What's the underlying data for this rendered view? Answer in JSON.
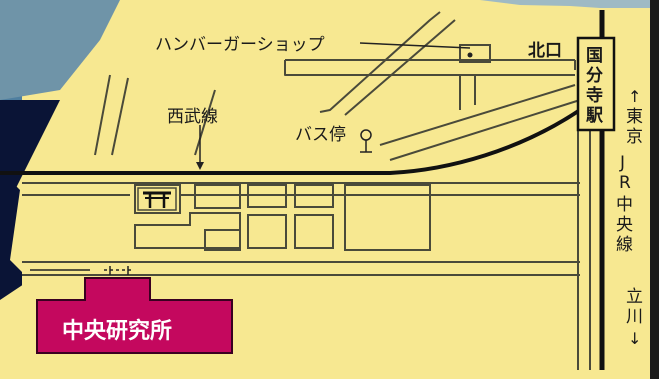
{
  "map": {
    "labels": {
      "hamburger_shop": "ハンバーガーショップ",
      "north_exit": "北口",
      "kokubunji_station": [
        "国",
        "分",
        "寺",
        "駅"
      ],
      "seibu_line": "西武線",
      "bus_stop": "バス停",
      "tokyo": [
        "↑",
        "東",
        "京"
      ],
      "jr_chuo_line": [
        "J",
        "R",
        "中",
        "央",
        "線"
      ],
      "tachikawa": [
        "立",
        "川",
        "↓"
      ],
      "central_research_lab": "中央研究所"
    },
    "icons": {
      "shrine": "torii-shrine-icon",
      "bus_stop": "bus-stop-icon"
    },
    "colors": {
      "background": "#f7e891",
      "roads": "#f7e891",
      "road_outline": "#4a4a3a",
      "railway": "#111111",
      "lab_building": "#c4085e",
      "lab_text": "#ffffff",
      "sky": "#4f7fa0",
      "dark_corner": "#0a1436"
    }
  }
}
